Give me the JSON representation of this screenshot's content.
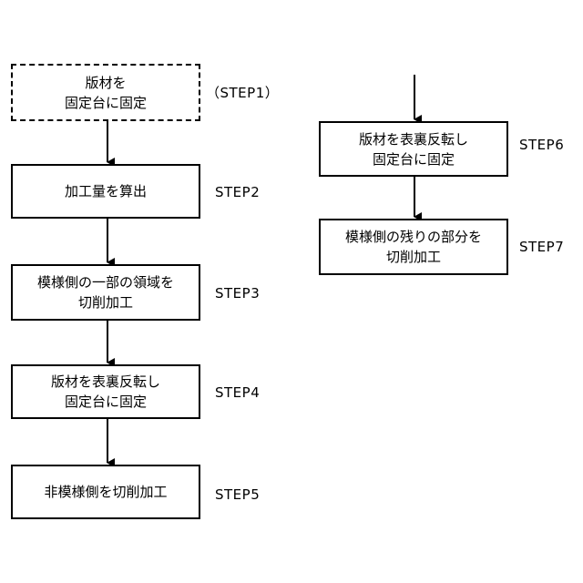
{
  "left_column": {
    "steps": [
      {
        "lines": [
          "版材を",
          "固定台に固定"
        ],
        "step_label": "（STEP1）",
        "style": "dashed"
      },
      {
        "lines": [
          "加工量を算出"
        ],
        "step_label": "STEP2",
        "style": "solid"
      },
      {
        "lines": [
          "模様側の一部の領域を",
          "切削加工"
        ],
        "step_label": "STEP3",
        "style": "solid"
      },
      {
        "lines": [
          "版材を表裏反転し",
          "固定台に固定"
        ],
        "step_label": "STEP4",
        "style": "solid"
      },
      {
        "lines": [
          "非模様側を切削加工"
        ],
        "step_label": "STEP5",
        "style": "solid"
      }
    ]
  },
  "right_column": {
    "steps": [
      {
        "lines": [
          "版材を表裏反転し",
          "固定台に固定"
        ],
        "step_label": "STEP6",
        "style": "solid"
      },
      {
        "lines": [
          "模様側の残りの部分を",
          "切削加工"
        ],
        "step_label": "STEP7",
        "style": "solid"
      }
    ]
  },
  "colors": {
    "line": "#000000",
    "background": "#ffffff"
  }
}
